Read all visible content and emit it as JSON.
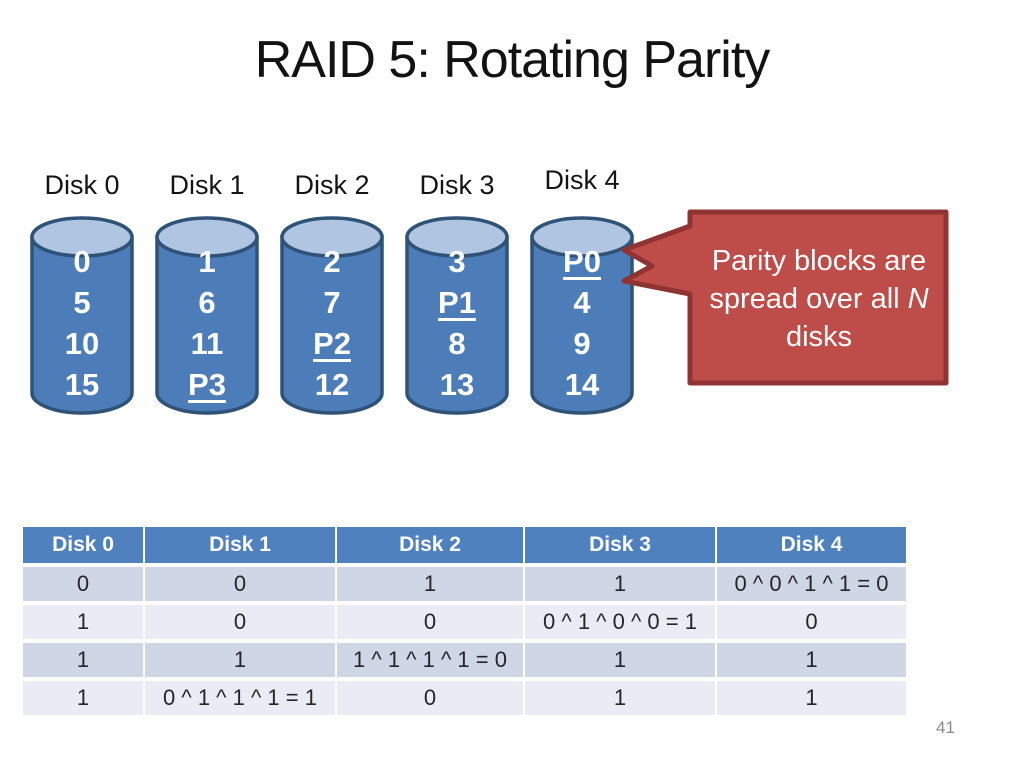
{
  "title": "RAID 5: Rotating Parity",
  "page_number": "41",
  "disks": [
    {
      "label": "Disk 0",
      "blocks": [
        {
          "text": "0",
          "is_parity": false
        },
        {
          "text": "5",
          "is_parity": false
        },
        {
          "text": "10",
          "is_parity": false
        },
        {
          "text": "15",
          "is_parity": false
        }
      ]
    },
    {
      "label": "Disk 1",
      "blocks": [
        {
          "text": "1",
          "is_parity": false
        },
        {
          "text": "6",
          "is_parity": false
        },
        {
          "text": "11",
          "is_parity": false
        },
        {
          "text": "P3",
          "is_parity": true
        }
      ]
    },
    {
      "label": "Disk 2",
      "blocks": [
        {
          "text": "2",
          "is_parity": false
        },
        {
          "text": "7",
          "is_parity": false
        },
        {
          "text": "P2",
          "is_parity": true
        },
        {
          "text": "12",
          "is_parity": false
        }
      ]
    },
    {
      "label": "Disk 3",
      "blocks": [
        {
          "text": "3",
          "is_parity": false
        },
        {
          "text": "P1",
          "is_parity": true
        },
        {
          "text": "8",
          "is_parity": false
        },
        {
          "text": "13",
          "is_parity": false
        }
      ]
    },
    {
      "label": "Disk 4",
      "blocks": [
        {
          "text": "P0",
          "is_parity": true
        },
        {
          "text": "4",
          "is_parity": false
        },
        {
          "text": "9",
          "is_parity": false
        },
        {
          "text": "14",
          "is_parity": false
        }
      ]
    }
  ],
  "callout": {
    "text_before": "Parity blocks are spread over all ",
    "emphasis": "N",
    "text_after": " disks"
  },
  "table": {
    "headers": [
      "Disk 0",
      "Disk 1",
      "Disk 2",
      "Disk 3",
      "Disk 4"
    ],
    "rows": [
      [
        "0",
        "0",
        "1",
        "1",
        "0 ^ 0 ^ 1 ^ 1 = 0"
      ],
      [
        "1",
        "0",
        "0",
        "0 ^ 1 ^ 0 ^ 0 = 1",
        "0"
      ],
      [
        "1",
        "1",
        "1 ^ 1 ^ 1 ^ 1 = 0",
        "1",
        "1"
      ],
      [
        "1",
        "0 ^ 1 ^ 1 ^ 1 = 1",
        "0",
        "1",
        "1"
      ]
    ]
  },
  "colors": {
    "disk_body": "#4C7DB9",
    "disk_top": "#AFC5E2",
    "disk_outline": "#2F5277",
    "callout_fill": "#BE4C49",
    "callout_border": "#8F3432",
    "table_header_bg": "#4E81BD",
    "table_row_odd": "#CFD6E6",
    "table_row_even": "#E9ECF4"
  }
}
